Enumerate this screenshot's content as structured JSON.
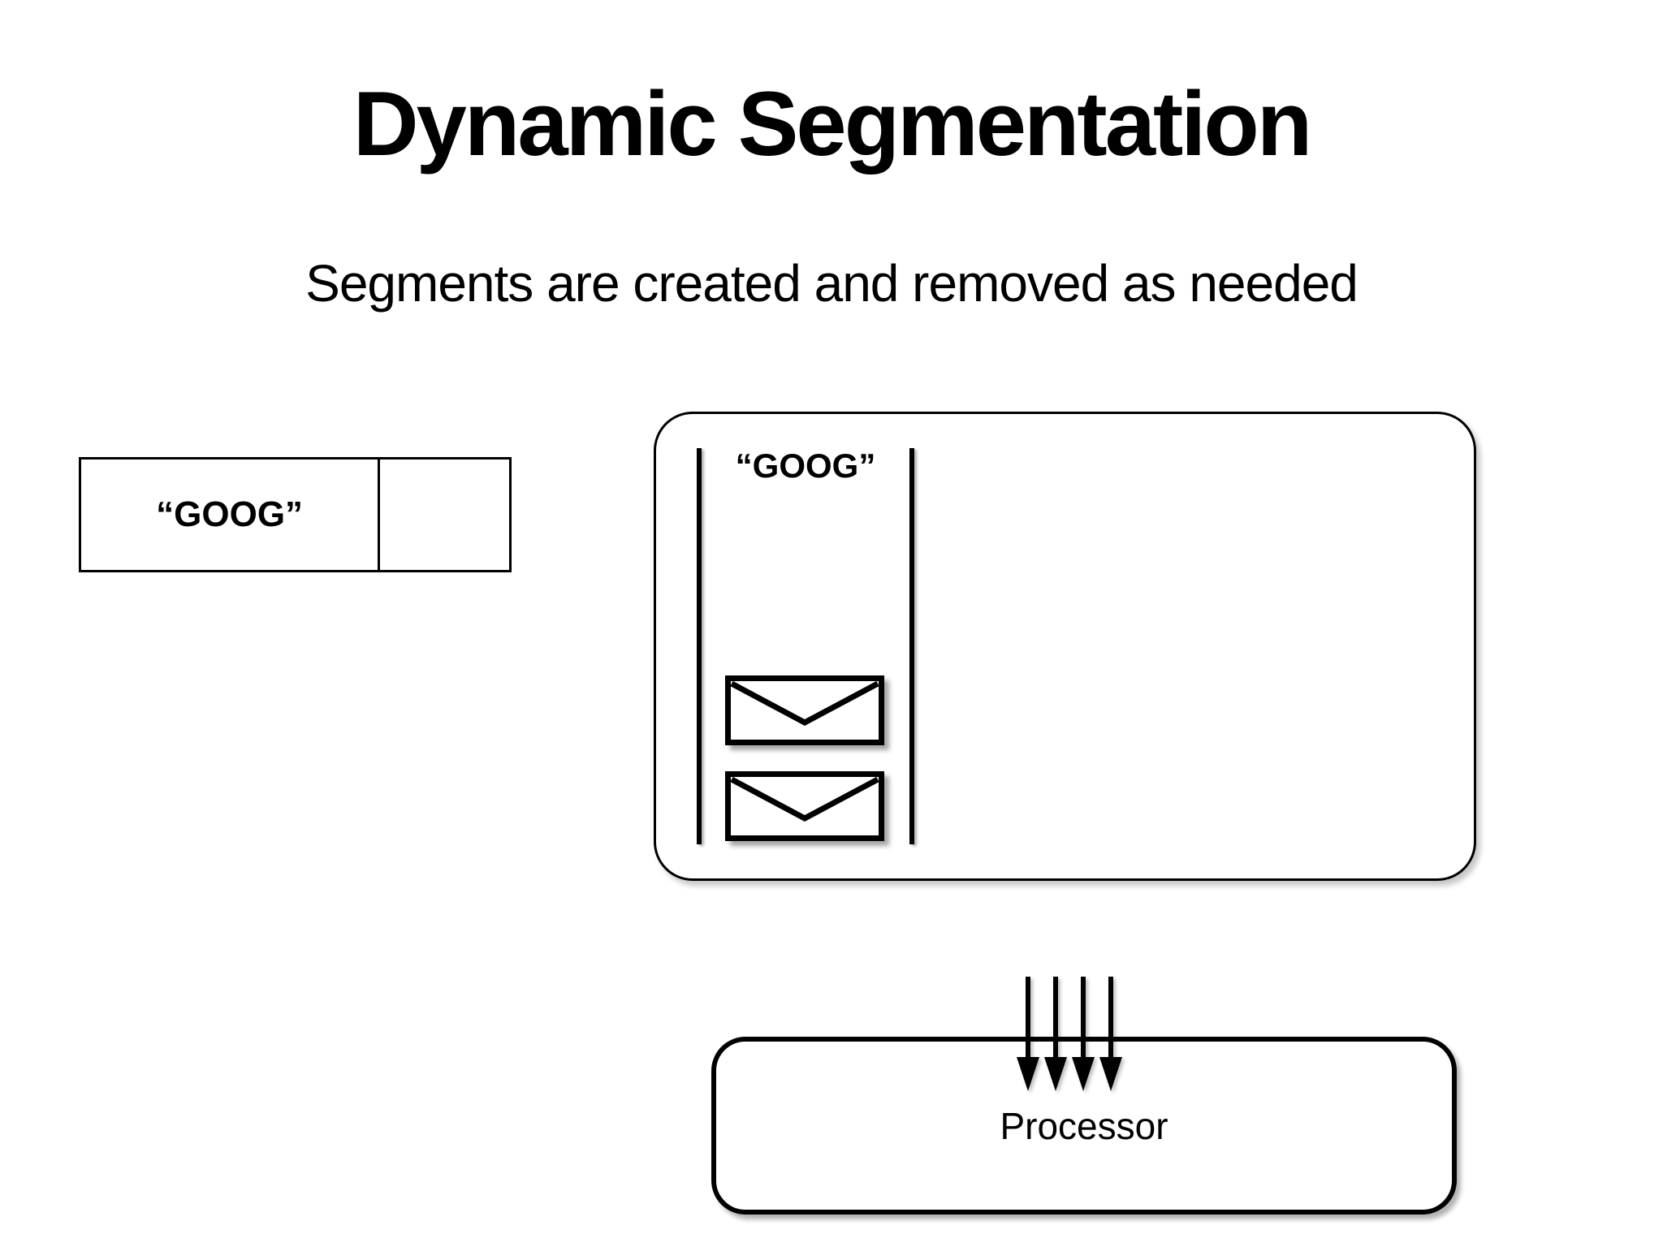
{
  "slide": {
    "title": "Dynamic Segmentation",
    "subtitle": "Segments are created and removed as needed",
    "background_color": "#ffffff",
    "stroke_color": "#000000",
    "text_color": "#000000"
  },
  "segment_record": {
    "label": "“GOOG”"
  },
  "segment_panel": {
    "label": "“GOOG”",
    "envelope_icon": "envelope-icon",
    "envelope_count": 2
  },
  "processor": {
    "label": "Processor",
    "arrow_icon": "down-arrow-icon",
    "arrow_count": 4
  }
}
